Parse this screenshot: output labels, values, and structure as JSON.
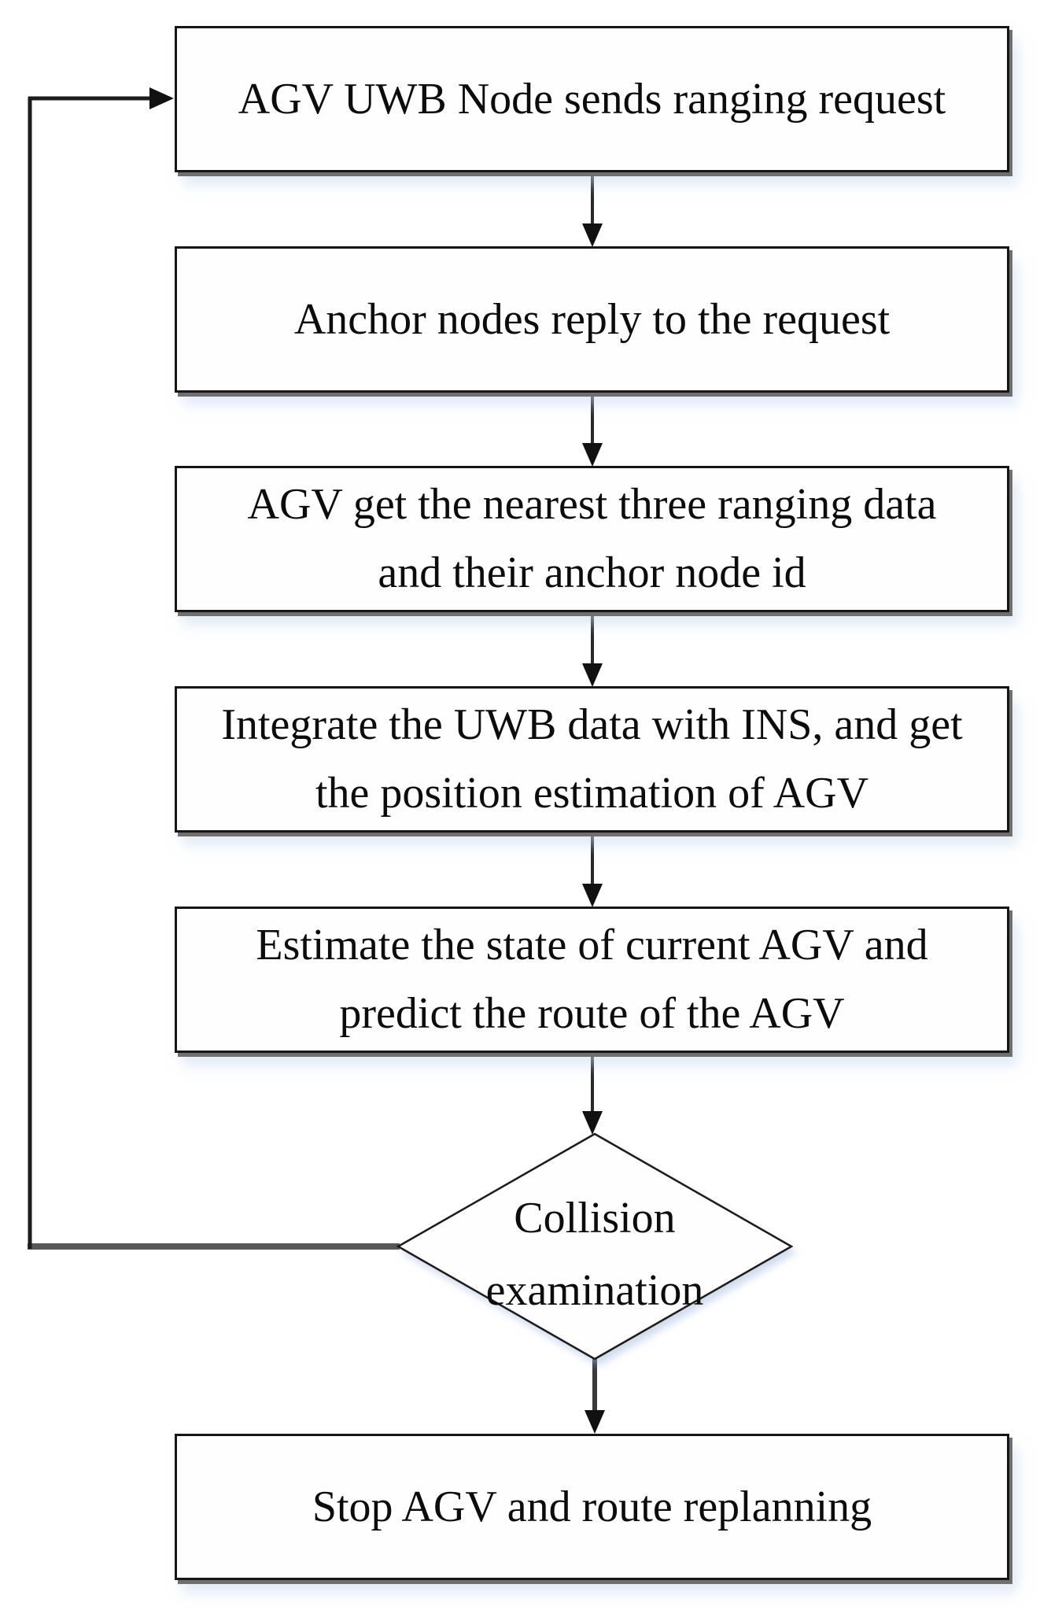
{
  "flowchart": {
    "title": "AGV UWB/INS collision-avoidance flow",
    "nodes": [
      {
        "id": "agv-uwb-send",
        "type": "process",
        "label": "AGV UWB Node sends ranging request",
        "lines": [
          "AGV UWB Node sends ranging request"
        ]
      },
      {
        "id": "anchor-reply",
        "type": "process",
        "label": "Anchor nodes reply to the request",
        "lines": [
          "Anchor nodes reply to the request"
        ]
      },
      {
        "id": "get-nearest-ranging",
        "type": "process",
        "label": "AGV get the nearest three ranging data and their anchor node id",
        "lines": [
          "AGV get the nearest three ranging data",
          "and their anchor node id"
        ]
      },
      {
        "id": "integrate-uwb-ins",
        "type": "process",
        "label": "Integrate the UWB data with INS, and get the position estimation of AGV",
        "lines": [
          "Integrate the UWB data with INS, and get",
          "the position estimation of AGV"
        ]
      },
      {
        "id": "estimate-predict",
        "type": "process",
        "label": "Estimate the state of current AGV and predict the route of the AGV",
        "lines": [
          "Estimate the state of current AGV and",
          "predict the route of the AGV"
        ]
      },
      {
        "id": "collision-exam",
        "type": "decision",
        "label": "Collision examination",
        "lines": [
          "Collision",
          "examination"
        ]
      },
      {
        "id": "stop-replan",
        "type": "process",
        "label": "Stop AGV and route replanning",
        "lines": [
          "Stop AGV and route replanning"
        ]
      }
    ],
    "edges": [
      {
        "from": "agv-uwb-send",
        "to": "anchor-reply"
      },
      {
        "from": "anchor-reply",
        "to": "get-nearest-ranging"
      },
      {
        "from": "get-nearest-ranging",
        "to": "integrate-uwb-ins"
      },
      {
        "from": "integrate-uwb-ins",
        "to": "estimate-predict"
      },
      {
        "from": "estimate-predict",
        "to": "collision-exam"
      },
      {
        "from": "collision-exam",
        "to": "stop-replan"
      },
      {
        "from": "collision-exam",
        "to": "agv-uwb-send",
        "via": "left-feedback-loop"
      }
    ],
    "colors": {
      "background": "#ffffff",
      "line": "#2a2a2a",
      "loop_line": "#57585a",
      "box_border": "#161616",
      "box_fill": "#fefeff",
      "box_shadow": "#6f6f6f",
      "soft_glow": "#dbe5f4",
      "text": "#0c0c0c"
    }
  }
}
